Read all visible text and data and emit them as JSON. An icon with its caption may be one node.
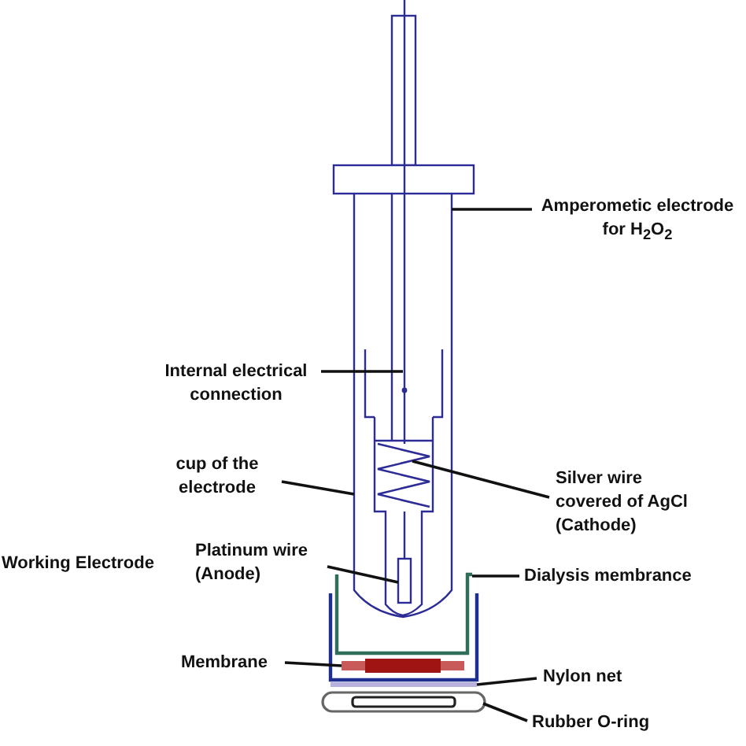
{
  "diagram": {
    "nodes": [
      {
        "text": [
          "Amperometic electrode for H$_{2}$O$_{2}$"
        ]
      },
      {
        "text": [],
        "shape": "box"
      },
      {
        "text": [
          "Internal electrical connection"
        ]
      },
      {
        "text": [],
        "shape": "line",
        "in": 1
      },
      {
        "text": [
          "cup of the electrode"
        ]
      },
      {
        "text": [],
        "shape": "cup"
      },
      {
        "text": [
          "Silver wire covered of AgCl (Cathode)"
        ]
      },
      {
        "text": [],
        "shape": "coil",
        "in": 5
      },
      {
        "text": [
          "Platinum wire (Anode)"
        ]
      },
      {
        "text": [],
        "shape": "bar",
        "in": 5
      },
      {
        "text": [
          "Dialysis membrance"
        ]
      },
      {
        "text": [],
        "shape": "cup"
      },
      {
        "text": [
          "Membrane"
        ]
      },
      {
        "text": [],
        "shape": "bar"
      },
      {
        "text": [
          "Nylon net"
        ]
      },
      {
        "text": [],
        "shape": "bar"
      },
      {
        "text": [
          "Rubber O-ring"
        ]
      },
      {
        "text": [],
        "shape": "ring"
      }
    ],
    "edges": [
      {
        "from": 0,
        "to": 1,
        "arrow": "none"
      },
      {
        "from": 2,
        "to": 3,
        "arrow": "none"
      },
      {
        "from": 4,
        "to": 5,
        "arrow": "none"
      },
      {
        "from": 6,
        "to": 7,
        "arrow": "none"
      },
      {
        "from": 8,
        "to": 9,
        "arrow": "none"
      },
      {
        "from": 10,
        "to": 11,
        "arrow": "none"
      },
      {
        "from": 12,
        "to": 13,
        "arrow": "none"
      },
      {
        "from": 14,
        "to": 15,
        "arrow": "none"
      },
      {
        "from": 16,
        "to": 17,
        "arrow": "none"
      }
    ],
    "labels": [
      "Working Electrode"
    ]
  }
}
